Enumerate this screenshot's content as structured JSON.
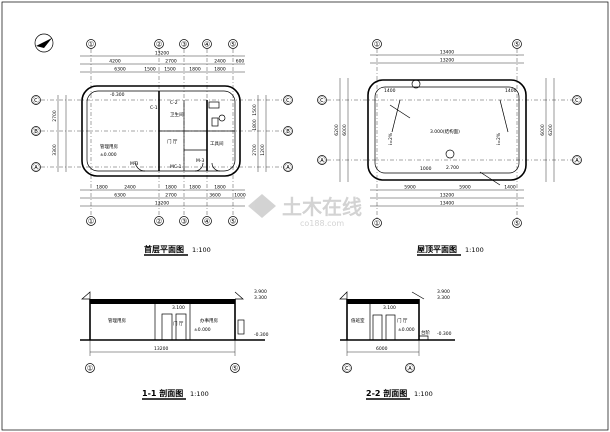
{
  "titles": {
    "ground_plan": "首层平面图",
    "roof_plan": "屋顶平面图",
    "section_1": "1-1 剖面图",
    "section_2": "2-2 剖面图",
    "scale": "1:100"
  },
  "axes": {
    "a1": "①",
    "a2": "②",
    "a3": "③",
    "a4": "④",
    "a5": "⑤",
    "aA": "Ⓐ",
    "aB": "Ⓑ",
    "aC": "Ⓒ"
  },
  "ground_dims": {
    "top_total": "13200",
    "top_seg": [
      "4200",
      "2700",
      "2400",
      "600"
    ],
    "top_seg2": [
      "6300",
      "1500",
      "1500",
      "1800",
      "1800"
    ],
    "bottom_seg": [
      "1800",
      "2400",
      "1800",
      "1800",
      "1800"
    ],
    "bottom_seg2": [
      "6300",
      "2700",
      "3600",
      "1000"
    ],
    "bottom_total": "13200",
    "left_v": [
      "2700",
      "3300"
    ],
    "right_v": [
      "1500",
      "1800",
      "2700"
    ]
  },
  "ground_labels": {
    "elev_top": "-0.300",
    "elev_in": "±0.000",
    "room_duty": "管理用房",
    "room_hall": "门 厅",
    "room_wc": "卫生间",
    "room_store": "工具间",
    "door_m3": "M-3",
    "door_m3b": "M-3",
    "win_c1": "C-1",
    "win_c2": "C-2",
    "win_mc": "MC-1",
    "axis_num": "1200"
  },
  "roof_dims": {
    "top_total": "13400",
    "top_inner": "13200",
    "bottom_seg": [
      "5900",
      "5900",
      "1400"
    ],
    "bottom_inner": "13200",
    "bottom_total": "13400",
    "left_v": "6200",
    "left_v2": "6000",
    "right_v": "6000",
    "right_v2": "6200",
    "mark_a": "1400",
    "mark_b": "1000",
    "mark_c": "1400",
    "mark_d": "2.700",
    "mark_e": "3.000(结构面)",
    "slope_l": "i=2%",
    "slope_r": "i=2%"
  },
  "sec1": {
    "elev_top": "3.900",
    "elev_2": "3.300",
    "elev_3": "3.100",
    "elev_0": "±0.000",
    "elev_n": "-0.300",
    "room_l": "管理用房",
    "room_m": "门 厅",
    "room_r": "办事用房",
    "total": "13200"
  },
  "sec2": {
    "elev_top": "3.900",
    "elev_2": "3.300",
    "elev_3": "3.100",
    "elev_0": "±0.000",
    "elev_n": "-0.300",
    "room_l": "值班室",
    "room_r": "门 厅",
    "room_s": "台阶",
    "total": "6000"
  },
  "watermark": {
    "cn": "土木在线",
    "en": "co188.com"
  }
}
